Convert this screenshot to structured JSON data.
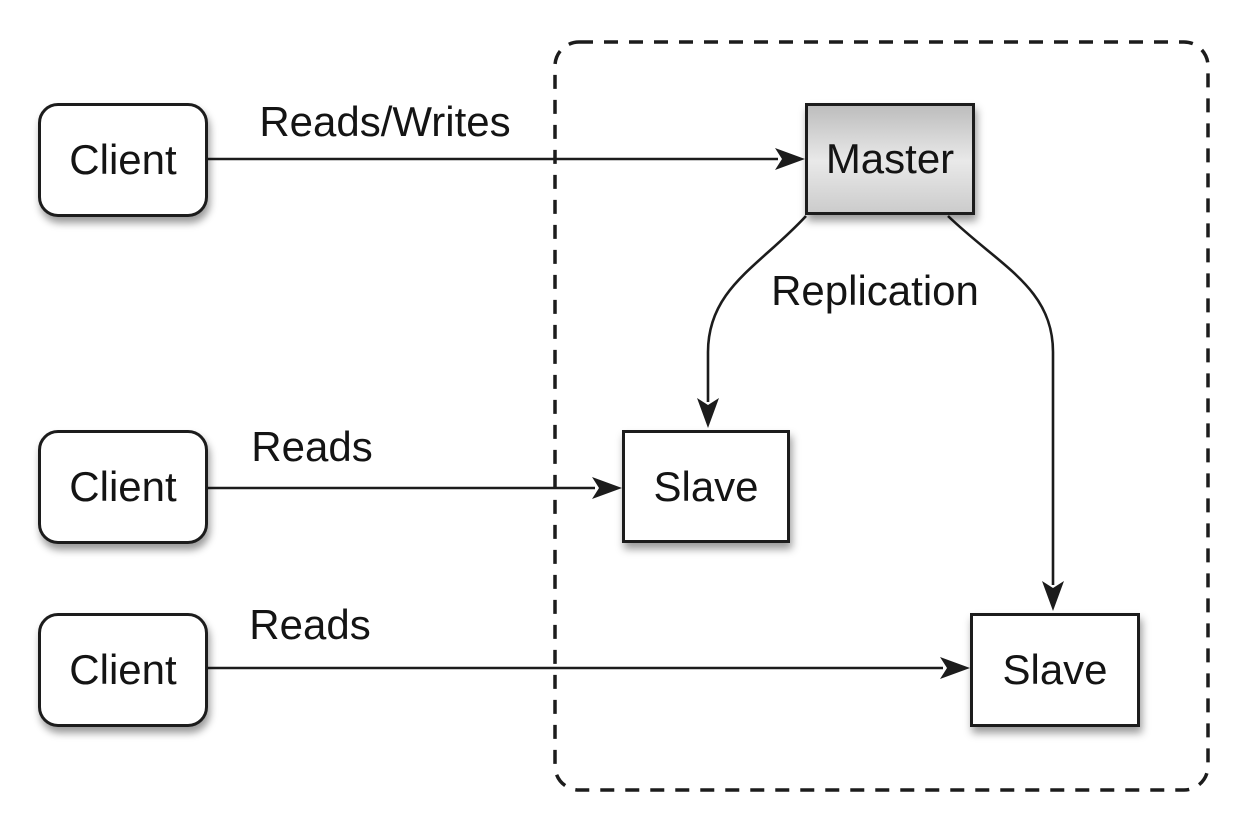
{
  "diagram": {
    "nodes": {
      "clients": [
        {
          "label": "Client"
        },
        {
          "label": "Client"
        },
        {
          "label": "Client"
        }
      ],
      "master": {
        "label": "Master"
      },
      "slaves": [
        {
          "label": "Slave"
        },
        {
          "label": "Slave"
        }
      ]
    },
    "edges": {
      "client1_to_master": {
        "label": "Reads/Writes"
      },
      "client2_to_slave1": {
        "label": "Reads"
      },
      "client3_to_slave2": {
        "label": "Reads"
      },
      "master_to_slaves": {
        "label": "Replication"
      }
    },
    "colors": {
      "background": "#ffffff",
      "stroke": "#1c1c1c",
      "node_fill": "#ffffff",
      "master_gradient_top": "#bdbdbd",
      "master_gradient_middle": "#e9e9e9",
      "master_gradient_bottom": "#cccccc",
      "text": "#141414"
    }
  }
}
